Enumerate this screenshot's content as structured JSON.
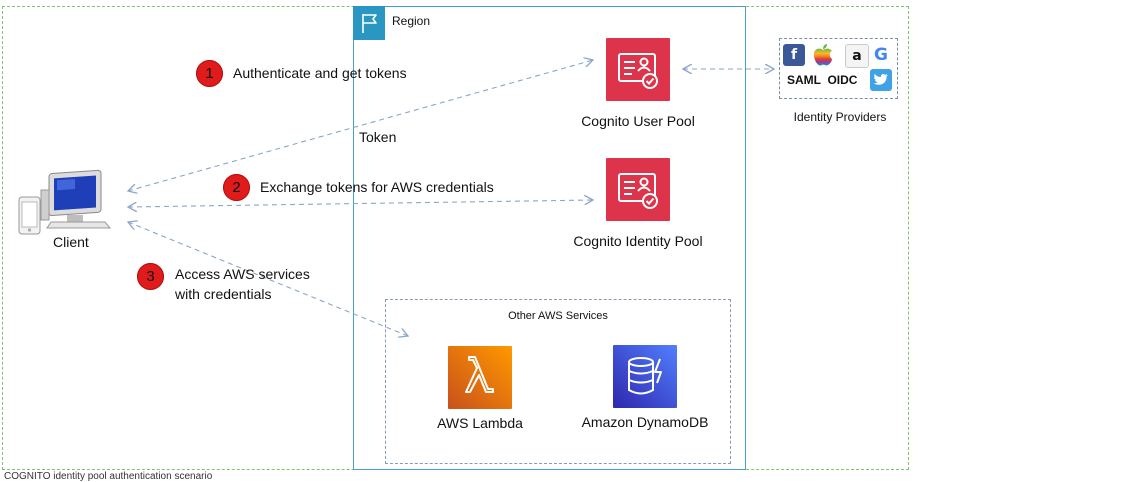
{
  "region": {
    "label": "Region"
  },
  "client": {
    "label": "Client"
  },
  "steps": [
    {
      "number": "1",
      "text": "Authenticate and get tokens"
    },
    {
      "number": "2",
      "text": "Exchange tokens for AWS credentials"
    },
    {
      "number": "3",
      "text_line1": "Access AWS services",
      "text_line2": "with credentials"
    }
  ],
  "token_label": "Token",
  "services": {
    "user_pool": "Cognito User Pool",
    "identity_pool": "Cognito Identity Pool",
    "other_title": "Other AWS Services",
    "lambda": "AWS Lambda",
    "dynamodb": "Amazon DynamoDB"
  },
  "identity_providers": {
    "label": "Identity Providers",
    "protocols": "SAML  OIDC",
    "icons": [
      "facebook-icon",
      "apple-icon",
      "amazon-icon",
      "google-icon",
      "twitter-icon"
    ]
  },
  "caption": "COGNITO identity pool authentication scenario",
  "colors": {
    "cognito": "#dd344c",
    "lambda": "#ed7100",
    "dynamodb": "#3b48cc",
    "region": "#2a96c2",
    "step_badge": "#e01b1b",
    "arrow": "#8aa6c8",
    "outer_border": "#7dc46a"
  }
}
